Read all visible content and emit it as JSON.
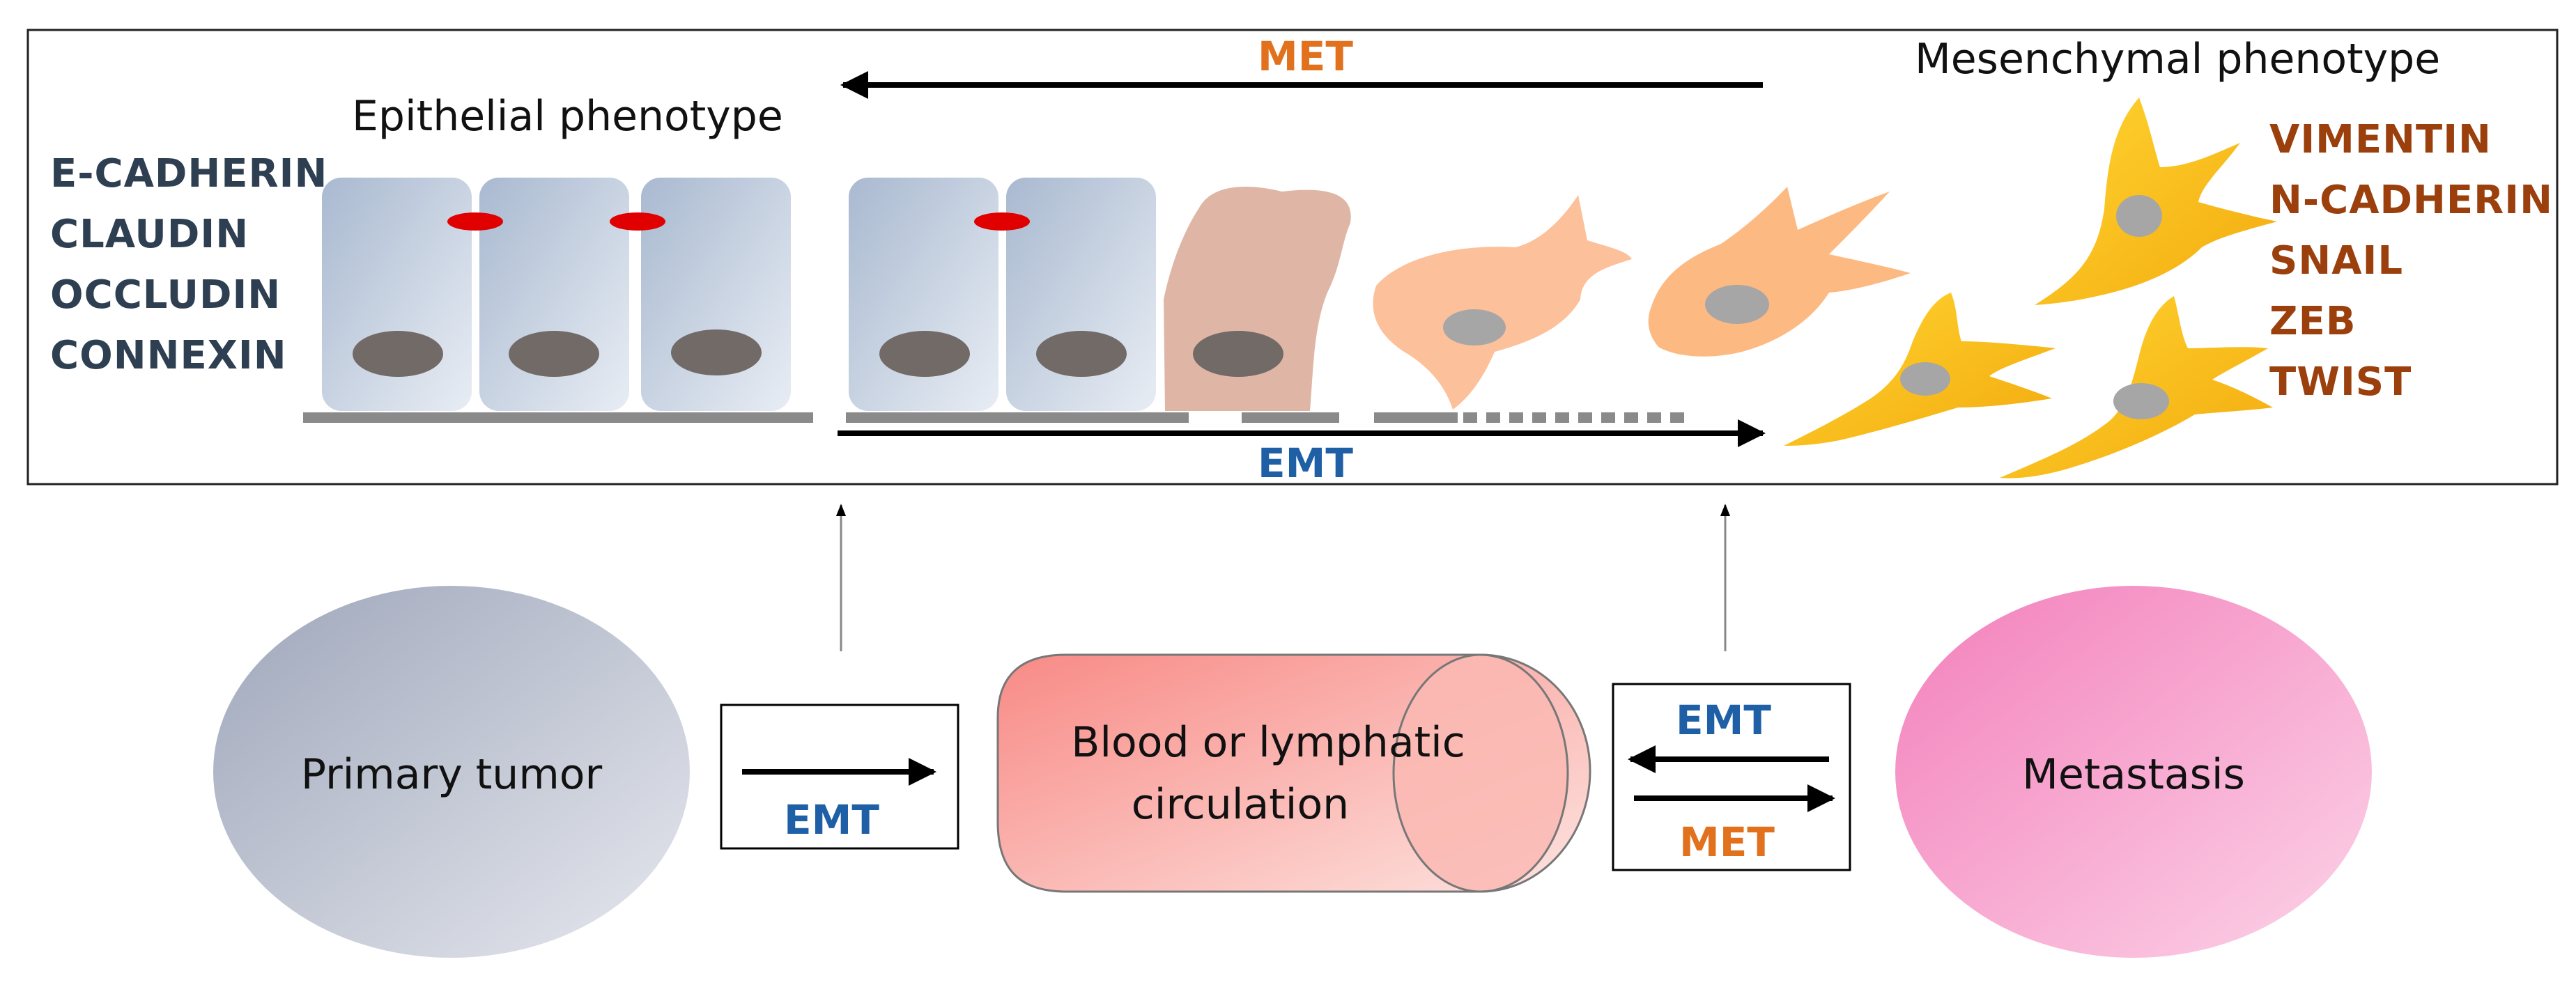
{
  "colors": {
    "epithelial_marker": "#2e3f52",
    "mesenchymal_marker": "#9b3f0c",
    "emt": "#1f5fa6",
    "met": "#e2711d",
    "tight_junction": "#e00000",
    "primary_tumor": "#b9bfcd",
    "circulation": "#f2a09a",
    "metastasis": "#f6a9cf"
  },
  "top_panel": {
    "epithelial_title": "Epithelial phenotype",
    "mesenchymal_title": "Mesenchymal phenotype",
    "met_arrow_label": "MET",
    "emt_arrow_label": "EMT",
    "epithelial_markers": [
      "E-CADHERIN",
      "CLAUDIN",
      "OCCLUDIN",
      "CONNEXIN"
    ],
    "mesenchymal_markers": [
      "VIMENTIN",
      "N-CADHERIN",
      "SNAIL",
      "ZEB",
      "TWIST"
    ]
  },
  "bottom_panel": {
    "primary_tumor": "Primary tumor",
    "circulation_line1": "Blood or lymphatic",
    "circulation_line2": "circulation",
    "metastasis": "Metastasis",
    "left_box_label": "EMT",
    "right_box_top_label": "EMT",
    "right_box_bottom_label": "MET"
  }
}
